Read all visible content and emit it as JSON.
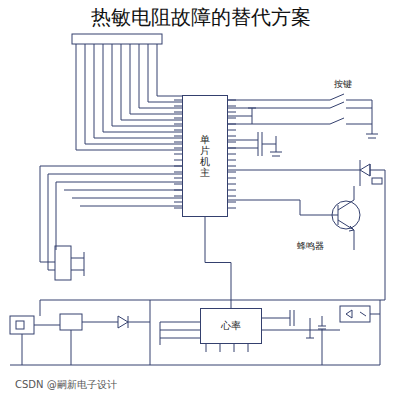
{
  "diagram": {
    "title": "热敏电阻故障的替代方案",
    "nodes": [
      {
        "text": [
          "单片机主"
        ]
      },
      {
        "text": [
          "心率"
        ]
      }
    ],
    "edges": [
      {
        "from": 0,
        "to": 1,
        "arrow": "none"
      }
    ],
    "labels": [
      "按键",
      "蜂鸣器",
      "CSDN @嗣新电子设计"
    ]
  }
}
